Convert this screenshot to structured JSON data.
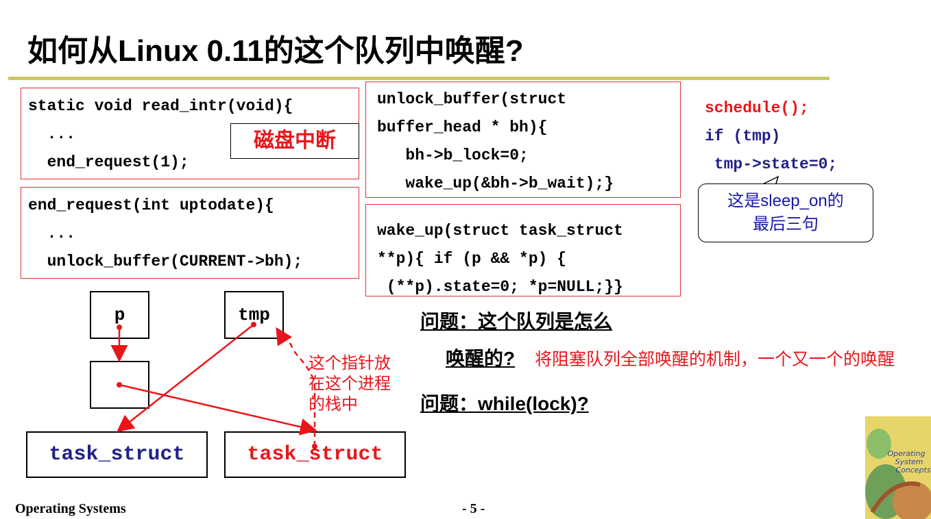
{
  "title": "如何从Linux 0.11的这个队列中唤醒?",
  "code_read_intr": {
    "line1": "static void read_intr(void){",
    "line2": "  ...",
    "line3": "  end_request(1);"
  },
  "disk_interrupt_label": "磁盘中断",
  "code_end_request": {
    "line1": "end_request(int uptodate){",
    "line2": "  ...",
    "line3": "  unlock_buffer(CURRENT->bh);"
  },
  "code_unlock_buffer": {
    "line1": "unlock_buffer(struct",
    "line2": "buffer_head * bh){",
    "line3": "   bh->b_lock=0;",
    "line4": "   wake_up(&bh->b_wait);}"
  },
  "code_wake_up": {
    "line1": "wake_up(struct task_struct",
    "line2": "**p){ if (p && *p) {",
    "line3": " (**p).state=0; *p=NULL;}}"
  },
  "code_schedule": {
    "line1": "schedule();",
    "line2": "if (tmp)",
    "line3": " tmp->state=0;"
  },
  "bubble": {
    "line1": "这是sleep_on的",
    "line2": "最后三句"
  },
  "diagram": {
    "node_p": "p",
    "node_tmp": "tmp",
    "task1": "task_struct",
    "task2": "task_struct",
    "pointer_note_1": "这个指针放",
    "pointer_note_2": "在这个进程",
    "pointer_note_3": "的栈中"
  },
  "question1_a": "问题：这个队列是怎么",
  "question1_b": "唤醒的?",
  "answer1": "将阻塞队列全部唤醒的机制，一个又一个的唤醒",
  "question2": "问题：while(lock)?",
  "footer": {
    "course": "Operating Systems",
    "page": "- 5 -"
  },
  "book_cover": {
    "line1": "Operating",
    "line2": "System",
    "line3": "Concepts"
  },
  "colors": {
    "accent_red": "#e8161b",
    "rule": "#c8c864",
    "box_border": "#e0302e",
    "navy": "#20208a"
  }
}
